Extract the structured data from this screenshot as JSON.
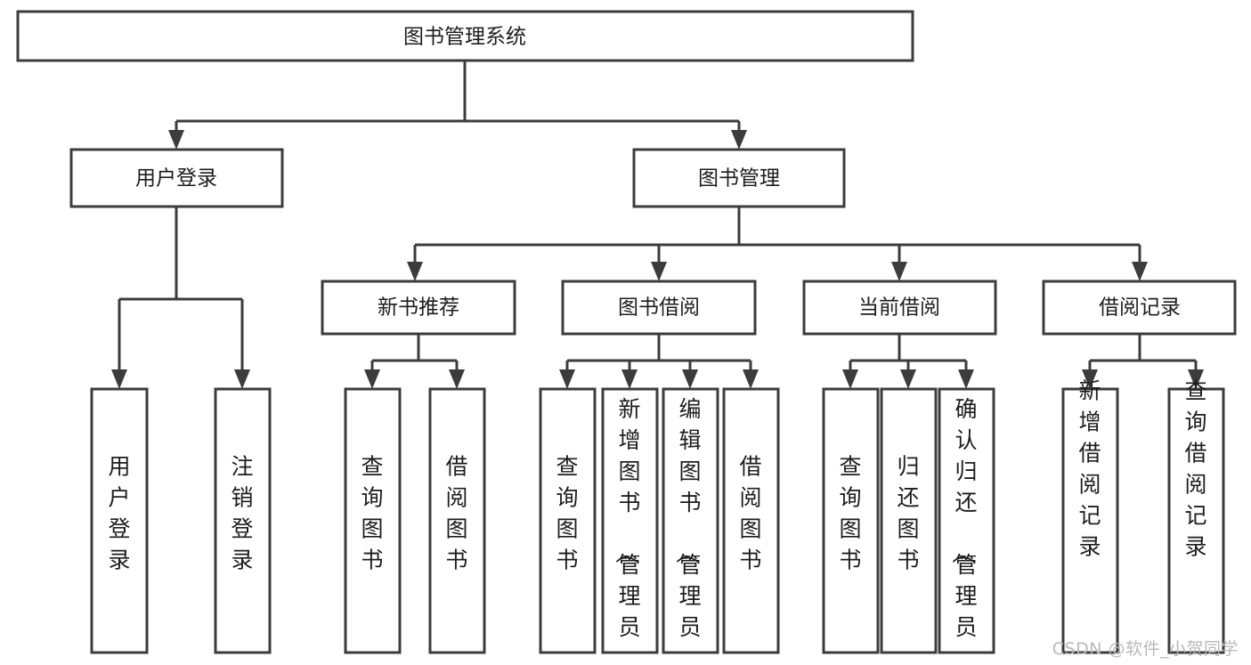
{
  "diagram": {
    "type": "tree-hierarchy-flowchart",
    "title_node": {
      "id": "root",
      "label": "图书管理系统"
    },
    "level2": [
      {
        "id": "login",
        "label": "用户登录"
      },
      {
        "id": "bookmgmt",
        "label": "图书管理"
      }
    ],
    "level3": [
      {
        "id": "newbook",
        "label": "新书推荐",
        "parent": "bookmgmt"
      },
      {
        "id": "borrow",
        "label": "图书借阅",
        "parent": "bookmgmt"
      },
      {
        "id": "current",
        "label": "当前借阅",
        "parent": "bookmgmt"
      },
      {
        "id": "records",
        "label": "借阅记录",
        "parent": "bookmgmt"
      }
    ],
    "leaves": [
      {
        "id": "leaf-login-1",
        "label": "用户登录",
        "parent": "login"
      },
      {
        "id": "leaf-login-2",
        "label": "注销登录",
        "parent": "login"
      },
      {
        "id": "leaf-newbook-1",
        "label": "查询图书",
        "parent": "newbook"
      },
      {
        "id": "leaf-newbook-2",
        "label": "借阅图书",
        "parent": "newbook"
      },
      {
        "id": "leaf-borrow-1",
        "label": "查询图书",
        "parent": "borrow"
      },
      {
        "id": "leaf-borrow-2",
        "label": "新增图书（管理员）",
        "parent": "borrow"
      },
      {
        "id": "leaf-borrow-3",
        "label": "编辑图书（管理员）",
        "parent": "borrow"
      },
      {
        "id": "leaf-borrow-4",
        "label": "借阅图书",
        "parent": "borrow"
      },
      {
        "id": "leaf-current-1",
        "label": "查询图书",
        "parent": "current"
      },
      {
        "id": "leaf-current-2",
        "label": "归还图书",
        "parent": "current"
      },
      {
        "id": "leaf-current-3",
        "label": "确认归还（管理员）",
        "parent": "current"
      },
      {
        "id": "leaf-records-1",
        "label": "新增借阅记录",
        "parent": "records"
      },
      {
        "id": "leaf-records-2",
        "label": "查询借阅记录",
        "parent": "records"
      }
    ],
    "colors": {
      "box_stroke": "#3c3c3c",
      "box_fill": "#ffffff",
      "text": "#1d1d1d",
      "watermark": "#b9b9b9",
      "background": "#ffffff"
    }
  },
  "watermark": {
    "text": "CSDN @软件_小贺同学"
  }
}
